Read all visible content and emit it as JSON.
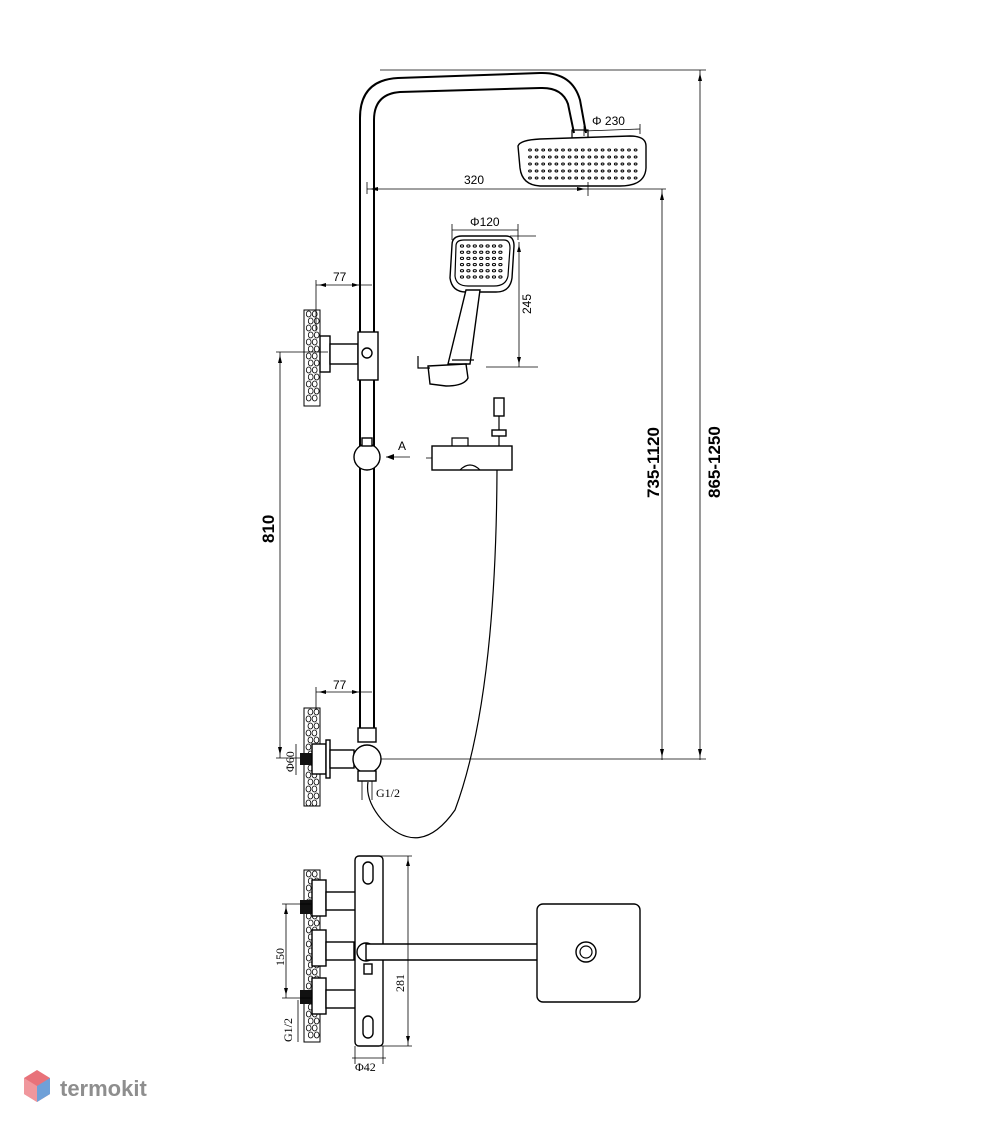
{
  "dimensions": {
    "rain_shower_diameter": "Φ 230",
    "arm_reach": "320",
    "hand_shower_diameter": "Φ120",
    "hand_shower_length": "245",
    "upper_wall_offset": "77",
    "lower_wall_offset": "77",
    "view_label": "A",
    "height_range_head": "735-1120",
    "height_range_total": "865-1250",
    "bracket_spacing": "810",
    "flange_diameter": "Φ60",
    "outlet_thread": "G1/2",
    "mixer_centers": "150",
    "mixer_length": "281",
    "mixer_thread": "G1/2",
    "mixer_body_diameter": "Φ42"
  },
  "brand": {
    "name": "termokit",
    "logo_colors": [
      "#e8727a",
      "#6fa0d8"
    ]
  }
}
